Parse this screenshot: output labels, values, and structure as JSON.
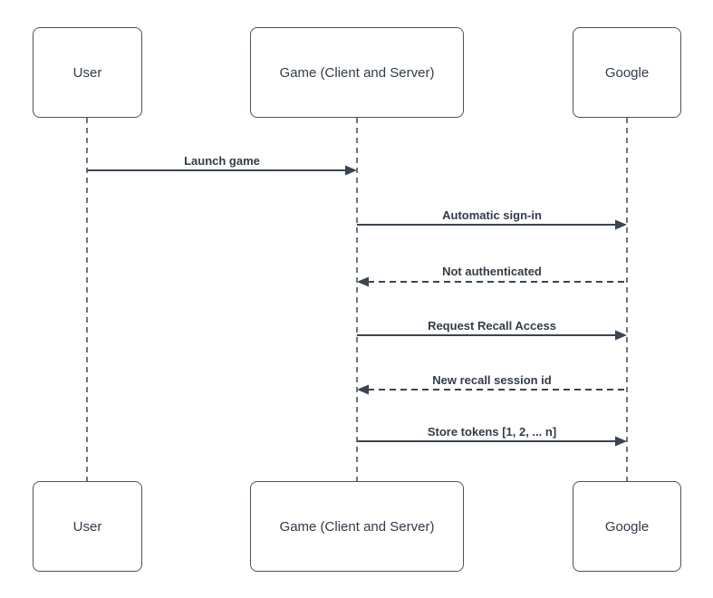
{
  "diagram": {
    "type": "sequence-diagram",
    "actors": [
      {
        "id": "user",
        "label": "User"
      },
      {
        "id": "game",
        "label": "Game (Client and Server)"
      },
      {
        "id": "google",
        "label": "Google"
      }
    ],
    "messages": [
      {
        "from": "user",
        "to": "game",
        "label": "Launch game",
        "line": "solid"
      },
      {
        "from": "game",
        "to": "google",
        "label": "Automatic sign-in",
        "line": "solid"
      },
      {
        "from": "google",
        "to": "game",
        "label": "Not authenticated",
        "line": "dashed"
      },
      {
        "from": "game",
        "to": "google",
        "label": "Request Recall Access",
        "line": "solid"
      },
      {
        "from": "google",
        "to": "game",
        "label": "New recall session id",
        "line": "dashed"
      },
      {
        "from": "game",
        "to": "google",
        "label": "Store tokens [1, 2, ... n]",
        "line": "solid"
      }
    ],
    "colors": {
      "stroke": "#3a4453",
      "text": "#333b49",
      "box_border": "#4a5362",
      "background": "#ffffff"
    }
  }
}
